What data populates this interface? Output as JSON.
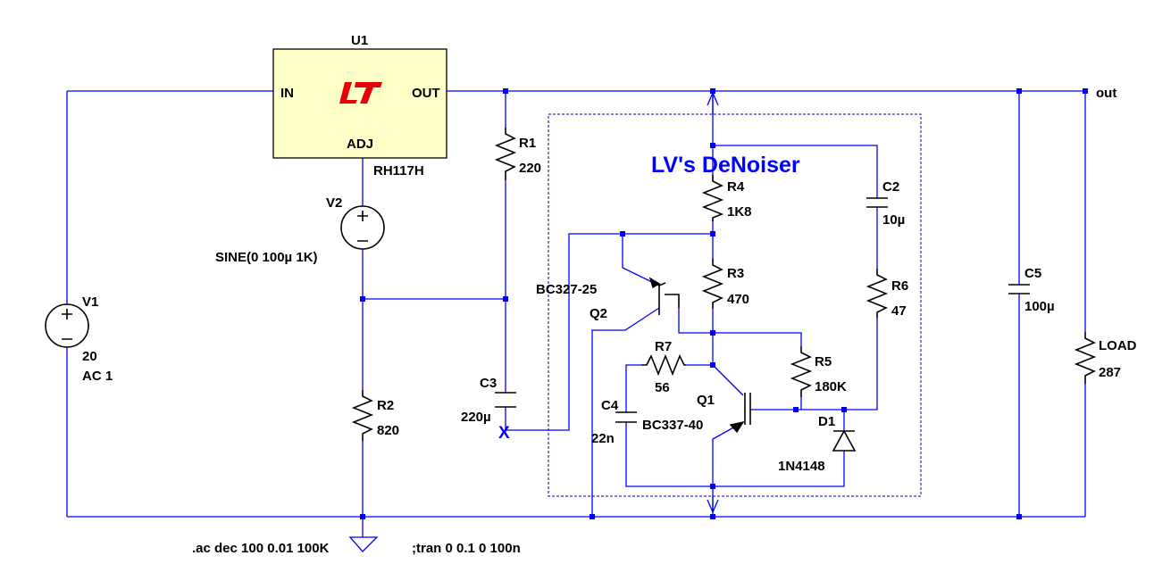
{
  "title": "LV's DeNoiser",
  "colors": {
    "wire": "#0000ff",
    "component": "#000000",
    "regulator_fill": "#ffffc8",
    "logo": "#e8000b",
    "text": "#000000",
    "title": "#0000ff"
  },
  "regulator": {
    "ref": "U1",
    "part": "RH117H",
    "pin_in": "IN",
    "pin_out": "OUT",
    "pin_adj": "ADJ",
    "logo_icon": "linear-tech-logo-icon"
  },
  "components": {
    "r1": {
      "ref": "R1",
      "value": "220"
    },
    "r2": {
      "ref": "R2",
      "value": "820"
    },
    "r3": {
      "ref": "R3",
      "value": "470"
    },
    "r4": {
      "ref": "R4",
      "value": "1K8"
    },
    "r5": {
      "ref": "R5",
      "value": "180K"
    },
    "r6": {
      "ref": "R6",
      "value": "47"
    },
    "r7": {
      "ref": "R7",
      "value": "56"
    },
    "load": {
      "ref": "LOAD",
      "value": "287"
    },
    "c2": {
      "ref": "C2",
      "value": "10µ"
    },
    "c3": {
      "ref": "C3",
      "value": "220µ"
    },
    "c4": {
      "ref": "C4",
      "value": "22n"
    },
    "c5": {
      "ref": "C5",
      "value": "100µ"
    },
    "q1": {
      "ref": "Q1",
      "part": "BC337-40"
    },
    "q2": {
      "ref": "Q2",
      "part": "BC327-25"
    },
    "d1": {
      "ref": "D1",
      "part": "1N4148"
    },
    "v1": {
      "ref": "V1",
      "value": "20",
      "ac": "AC 1"
    },
    "v2": {
      "ref": "V2",
      "value": "SINE(0 100µ 1K)"
    }
  },
  "net_label_out": "out",
  "noconnect": "X",
  "directives": {
    "ac": ".ac dec 100 0.01 100K",
    "tran": ";tran 0 0.1 0 100n"
  }
}
